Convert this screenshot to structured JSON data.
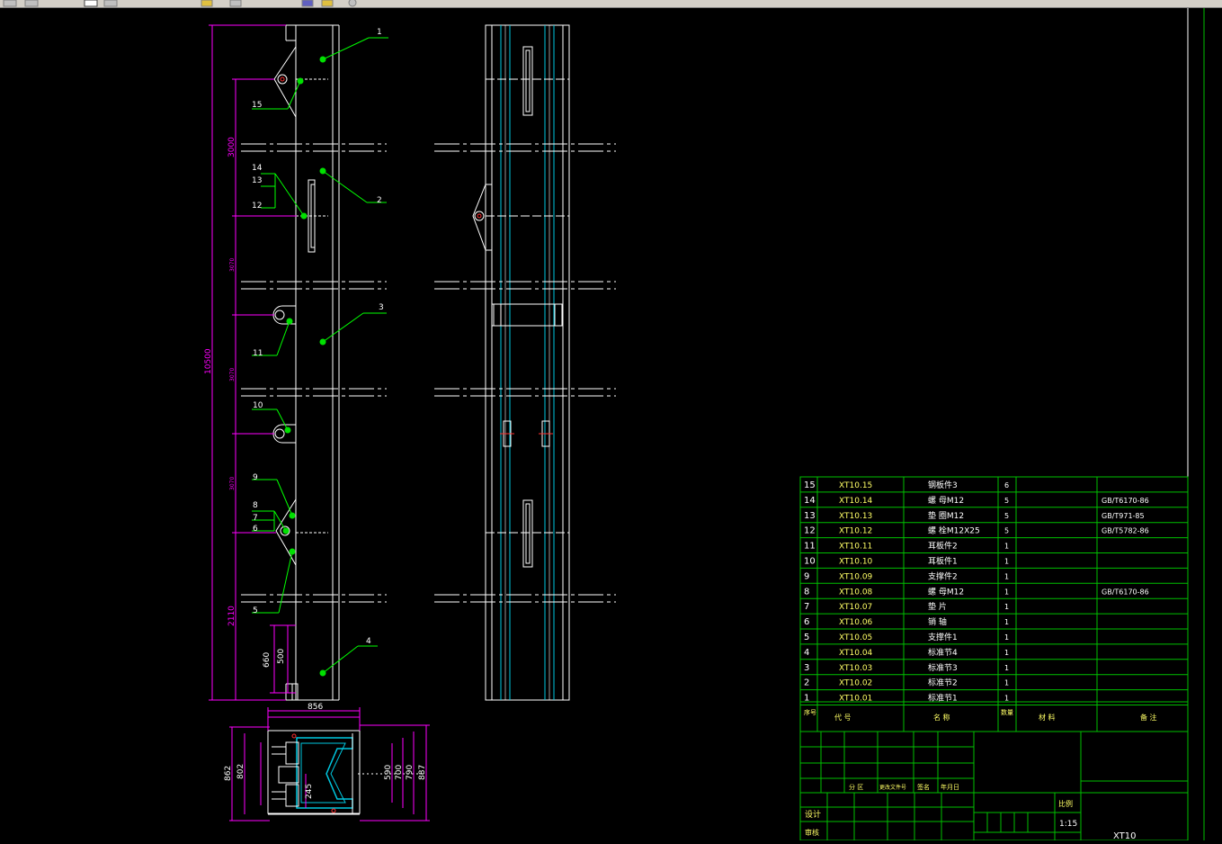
{
  "colors": {
    "background": "#000000",
    "line_white": "#ffffff",
    "dim_magenta": "#ff00ff",
    "leader_green": "#00ff00",
    "bubble_green": "#00e000",
    "text_yellow": "#ffff66",
    "channel_cyan": "#00c8e0",
    "center_red": "#ff3030",
    "table_green": "#00c000"
  },
  "toolbar": {
    "icons": [
      "open-icon",
      "select-icon",
      "zoom-window-icon",
      "zoom-realtime-icon",
      "layer-icon",
      "properties-icon",
      "color-icon",
      "help-icon"
    ]
  },
  "balloons": {
    "b1": "1",
    "b2": "2",
    "b3": "3",
    "b4": "4",
    "b5": "5",
    "b6": "6",
    "b7": "7",
    "b8": "8",
    "b9": "9",
    "b10": "10",
    "b11": "11",
    "b12": "12",
    "b13": "13",
    "b14": "14",
    "b15": "15"
  },
  "dimensions": {
    "overall_height": "10500",
    "seg_top": "3000",
    "seg_2": "3070",
    "seg_3": "3070",
    "seg_4": "3070",
    "seg_bottom": "2110",
    "d660": "660",
    "d500": "500",
    "width_856": "856",
    "h862": "862",
    "h802": "802",
    "d245": "245",
    "d590": "590",
    "d700": "700",
    "d790": "790",
    "d887": "887"
  },
  "bom": {
    "rows": [
      {
        "no": "15",
        "code": "XT10.15",
        "name": "钢板件3",
        "qty": "6",
        "material": "",
        "note": ""
      },
      {
        "no": "14",
        "code": "XT10.14",
        "name": "螺 母M12",
        "qty": "5",
        "material": "",
        "note": "GB/T6170-86"
      },
      {
        "no": "13",
        "code": "XT10.13",
        "name": "垫 圈M12",
        "qty": "5",
        "material": "",
        "note": "GB/T971-85"
      },
      {
        "no": "12",
        "code": "XT10.12",
        "name": "螺 栓M12X25",
        "qty": "5",
        "material": "",
        "note": "GB/T5782-86"
      },
      {
        "no": "11",
        "code": "XT10.11",
        "name": "耳板件2",
        "qty": "1",
        "material": "",
        "note": ""
      },
      {
        "no": "10",
        "code": "XT10.10",
        "name": "耳板件1",
        "qty": "1",
        "material": "",
        "note": ""
      },
      {
        "no": "9",
        "code": "XT10.09",
        "name": "支撑件2",
        "qty": "1",
        "material": "",
        "note": ""
      },
      {
        "no": "8",
        "code": "XT10.08",
        "name": "螺 母M12",
        "qty": "1",
        "material": "",
        "note": "GB/T6170-86"
      },
      {
        "no": "7",
        "code": "XT10.07",
        "name": "垫 片",
        "qty": "1",
        "material": "",
        "note": ""
      },
      {
        "no": "6",
        "code": "XT10.06",
        "name": "销 轴",
        "qty": "1",
        "material": "",
        "note": ""
      },
      {
        "no": "5",
        "code": "XT10.05",
        "name": "支撑件1",
        "qty": "1",
        "material": "",
        "note": ""
      },
      {
        "no": "4",
        "code": "XT10.04",
        "name": "标准节4",
        "qty": "1",
        "material": "",
        "note": ""
      },
      {
        "no": "3",
        "code": "XT10.03",
        "name": "标准节3",
        "qty": "1",
        "material": "",
        "note": ""
      },
      {
        "no": "2",
        "code": "XT10.02",
        "name": "标准节2",
        "qty": "1",
        "material": "",
        "note": ""
      },
      {
        "no": "1",
        "code": "XT10.01",
        "name": "标准节1",
        "qty": "1",
        "material": "",
        "note": ""
      }
    ],
    "header": {
      "no": "序号",
      "code": "代 号",
      "name": "名 称",
      "qty": "数量",
      "material": "材 料",
      "note": "备 注"
    }
  },
  "title_block": {
    "col_zone": "分 区",
    "col_change_doc": "更改文件号",
    "col_sign": "签名",
    "col_date": "年月日",
    "designer": "设计",
    "reviewer": "审核",
    "scale_label": "比例",
    "scale_value": "1:15",
    "drawing_no": "XT10"
  }
}
